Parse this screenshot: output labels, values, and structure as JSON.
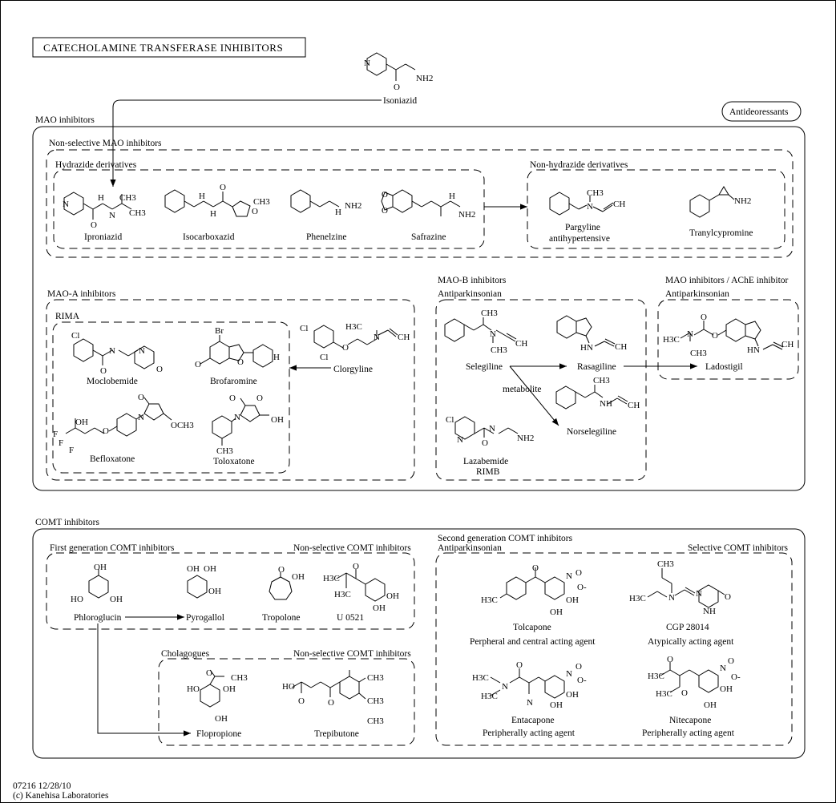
{
  "title": "CATECHOLAMINE TRANSFERASE INHIBITORS",
  "footer": {
    "id_date": "07216 12/28/10",
    "copyright": "(c) Kanehisa Laboratories"
  },
  "antidepressants_label": "Antideoressants",
  "mao": {
    "label": "MAO inhibitors",
    "nonselective": {
      "label": "Non-selective MAO inhibitors",
      "hydrazide": {
        "label": "Hydrazide derivatives",
        "drugs": [
          "Iproniazid",
          "Isocarboxazid",
          "Phenelzine",
          "Safrazine"
        ]
      },
      "nonhydrazide": {
        "label": "Non-hydrazide derivatives",
        "drugs": [
          "Pargyline",
          "antihypertensive",
          "Tranylcypromine"
        ]
      }
    },
    "isoniazid": "Isoniazid",
    "maoa": {
      "label": "MAO-A inhibitors",
      "rima_label": "RIMA",
      "drugs": [
        "Moclobemide",
        "Brofaromine",
        "Clorgyline",
        "Befloxatone",
        "Toloxatone"
      ]
    },
    "maob": {
      "label": "MAO-B inhibitors",
      "sublabel": "Antiparkinsonian",
      "drugs": [
        "Selegiline",
        "Rasagiline",
        "Norselegiline",
        "Lazabemide",
        "RIMB"
      ],
      "metabolite": "metabolite"
    },
    "ache": {
      "label": "MAO inhibitors / AChE inhibitor",
      "sublabel": "Antiparkinsonian",
      "drugs": [
        "Ladostigil"
      ]
    }
  },
  "comt": {
    "label": "COMT inhibitors",
    "first_gen": {
      "label": "First generation COMT inhibitors",
      "right_label": "Non-selective COMT inhibitors",
      "drugs": [
        "Phloroglucin",
        "Pyrogallol",
        "Tropolone",
        "U 0521"
      ]
    },
    "cholagogues": {
      "label": "Cholagogues",
      "right_label": "Non-selective COMT inhibitors",
      "drugs": [
        "Flopropione",
        "Trepibutone"
      ]
    },
    "second_gen": {
      "label": "Second generation COMT inhibitors",
      "sublabel": "Antiparkinsonian",
      "right_label": "Selective COMT inhibitors",
      "drugs": [
        "Tolcapone",
        "CGP 28014",
        "Entacapone",
        "Nitecapone"
      ],
      "notes": [
        "Perpheral and central acting agent",
        "Atypically acting agent",
        "Peripherally acting agent",
        "Peripherally acting agent"
      ]
    }
  },
  "atoms": {
    "n": "N",
    "o": "O",
    "h": "H",
    "nh": "NH",
    "nh2": "NH2",
    "hn": "HN",
    "ch3": "CH3",
    "h3c": "H3C",
    "cl": "Cl",
    "br": "Br",
    "f": "F",
    "oh": "OH",
    "ho": "HO",
    "ch": "CH",
    "o_minus": "O-",
    "och3": "OCH3"
  }
}
